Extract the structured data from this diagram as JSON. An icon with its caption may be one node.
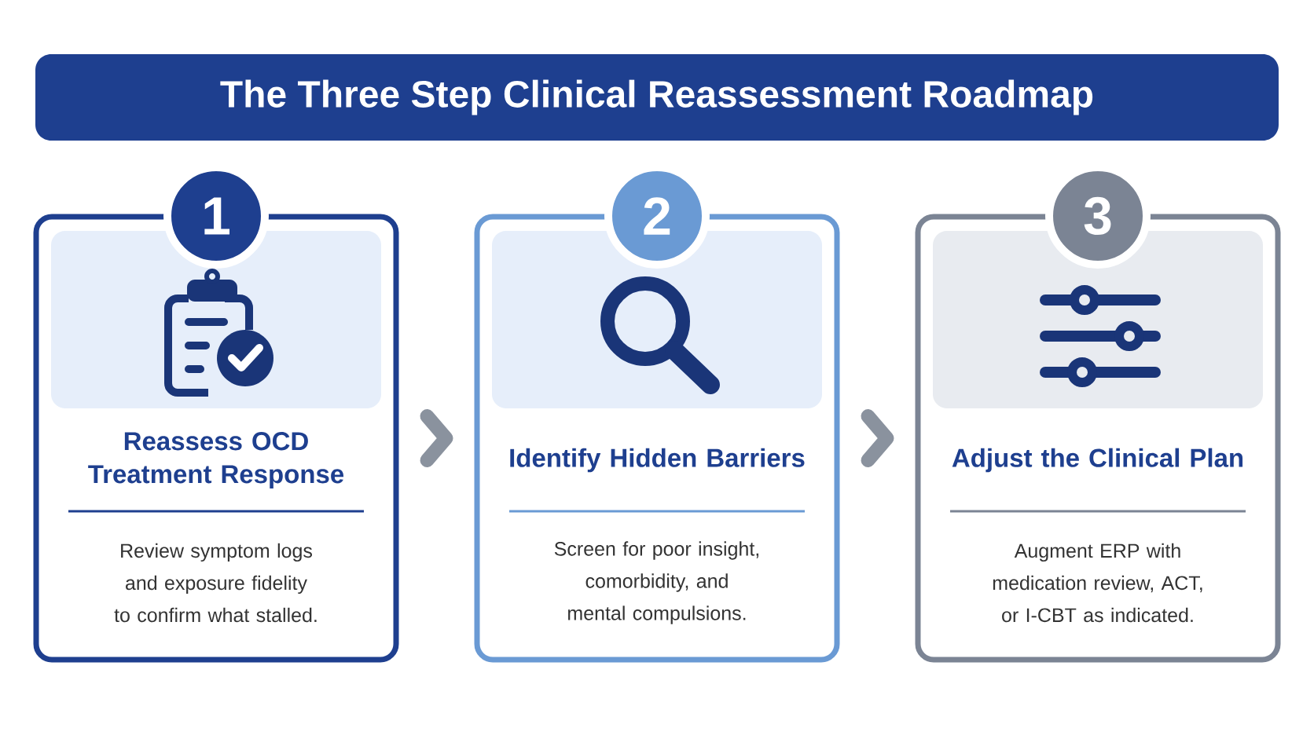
{
  "diagram": {
    "title": "The Three Step Clinical Reassessment Roadmap",
    "nodes": [
      {
        "text": [
          "1"
        ]
      },
      {
        "text": [
          "Reassess OCD Treatment Response",
          "Review symptom logs and exposure fidelity to confirm what stalled."
        ]
      },
      {
        "text": [
          "2"
        ]
      },
      {
        "text": [
          "Identify Hidden Barriers",
          "Screen for poor insight, comorbidity, and mental compulsions."
        ]
      },
      {
        "text": [
          "3"
        ]
      },
      {
        "text": [
          "Adjust the Clinical Plan",
          "Augment ERP with medication review, ACT, or I-CBT as indicated."
        ]
      }
    ],
    "edges": [
      {
        "from": 1,
        "to": 3,
        "arrow": "to"
      },
      {
        "from": 3,
        "to": 5,
        "arrow": "to"
      }
    ]
  }
}
